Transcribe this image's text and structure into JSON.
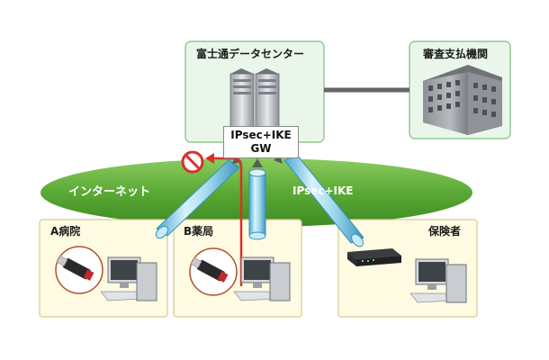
{
  "diagram": {
    "datacenter_label": "富士通データセンター",
    "payment_label": "審査支払機関",
    "internet_label": "インターネット",
    "gateway": {
      "line1": "IPsec+IKE",
      "line2": "GW"
    },
    "tunnel_label": "IPsec+IKE",
    "sites": [
      {
        "label": "A病院"
      },
      {
        "label": "B薬局"
      },
      {
        "label": "保険者"
      }
    ],
    "colors": {
      "panel_fill_green": "#eaf6ea",
      "panel_border_green": "#7cbf7c",
      "panel_fill_yellow": "#fffbe3",
      "panel_border_yellow": "#d6cb8e",
      "internet_fill": "#5dac36",
      "tunnel": "#9ad8ef",
      "blocked_path": "#d9302b"
    },
    "icons": [
      "server-rack-icon",
      "office-building-icon",
      "usb-memory-icon",
      "desktop-pc-icon",
      "network-router-icon",
      "prohibited-icon"
    ]
  }
}
